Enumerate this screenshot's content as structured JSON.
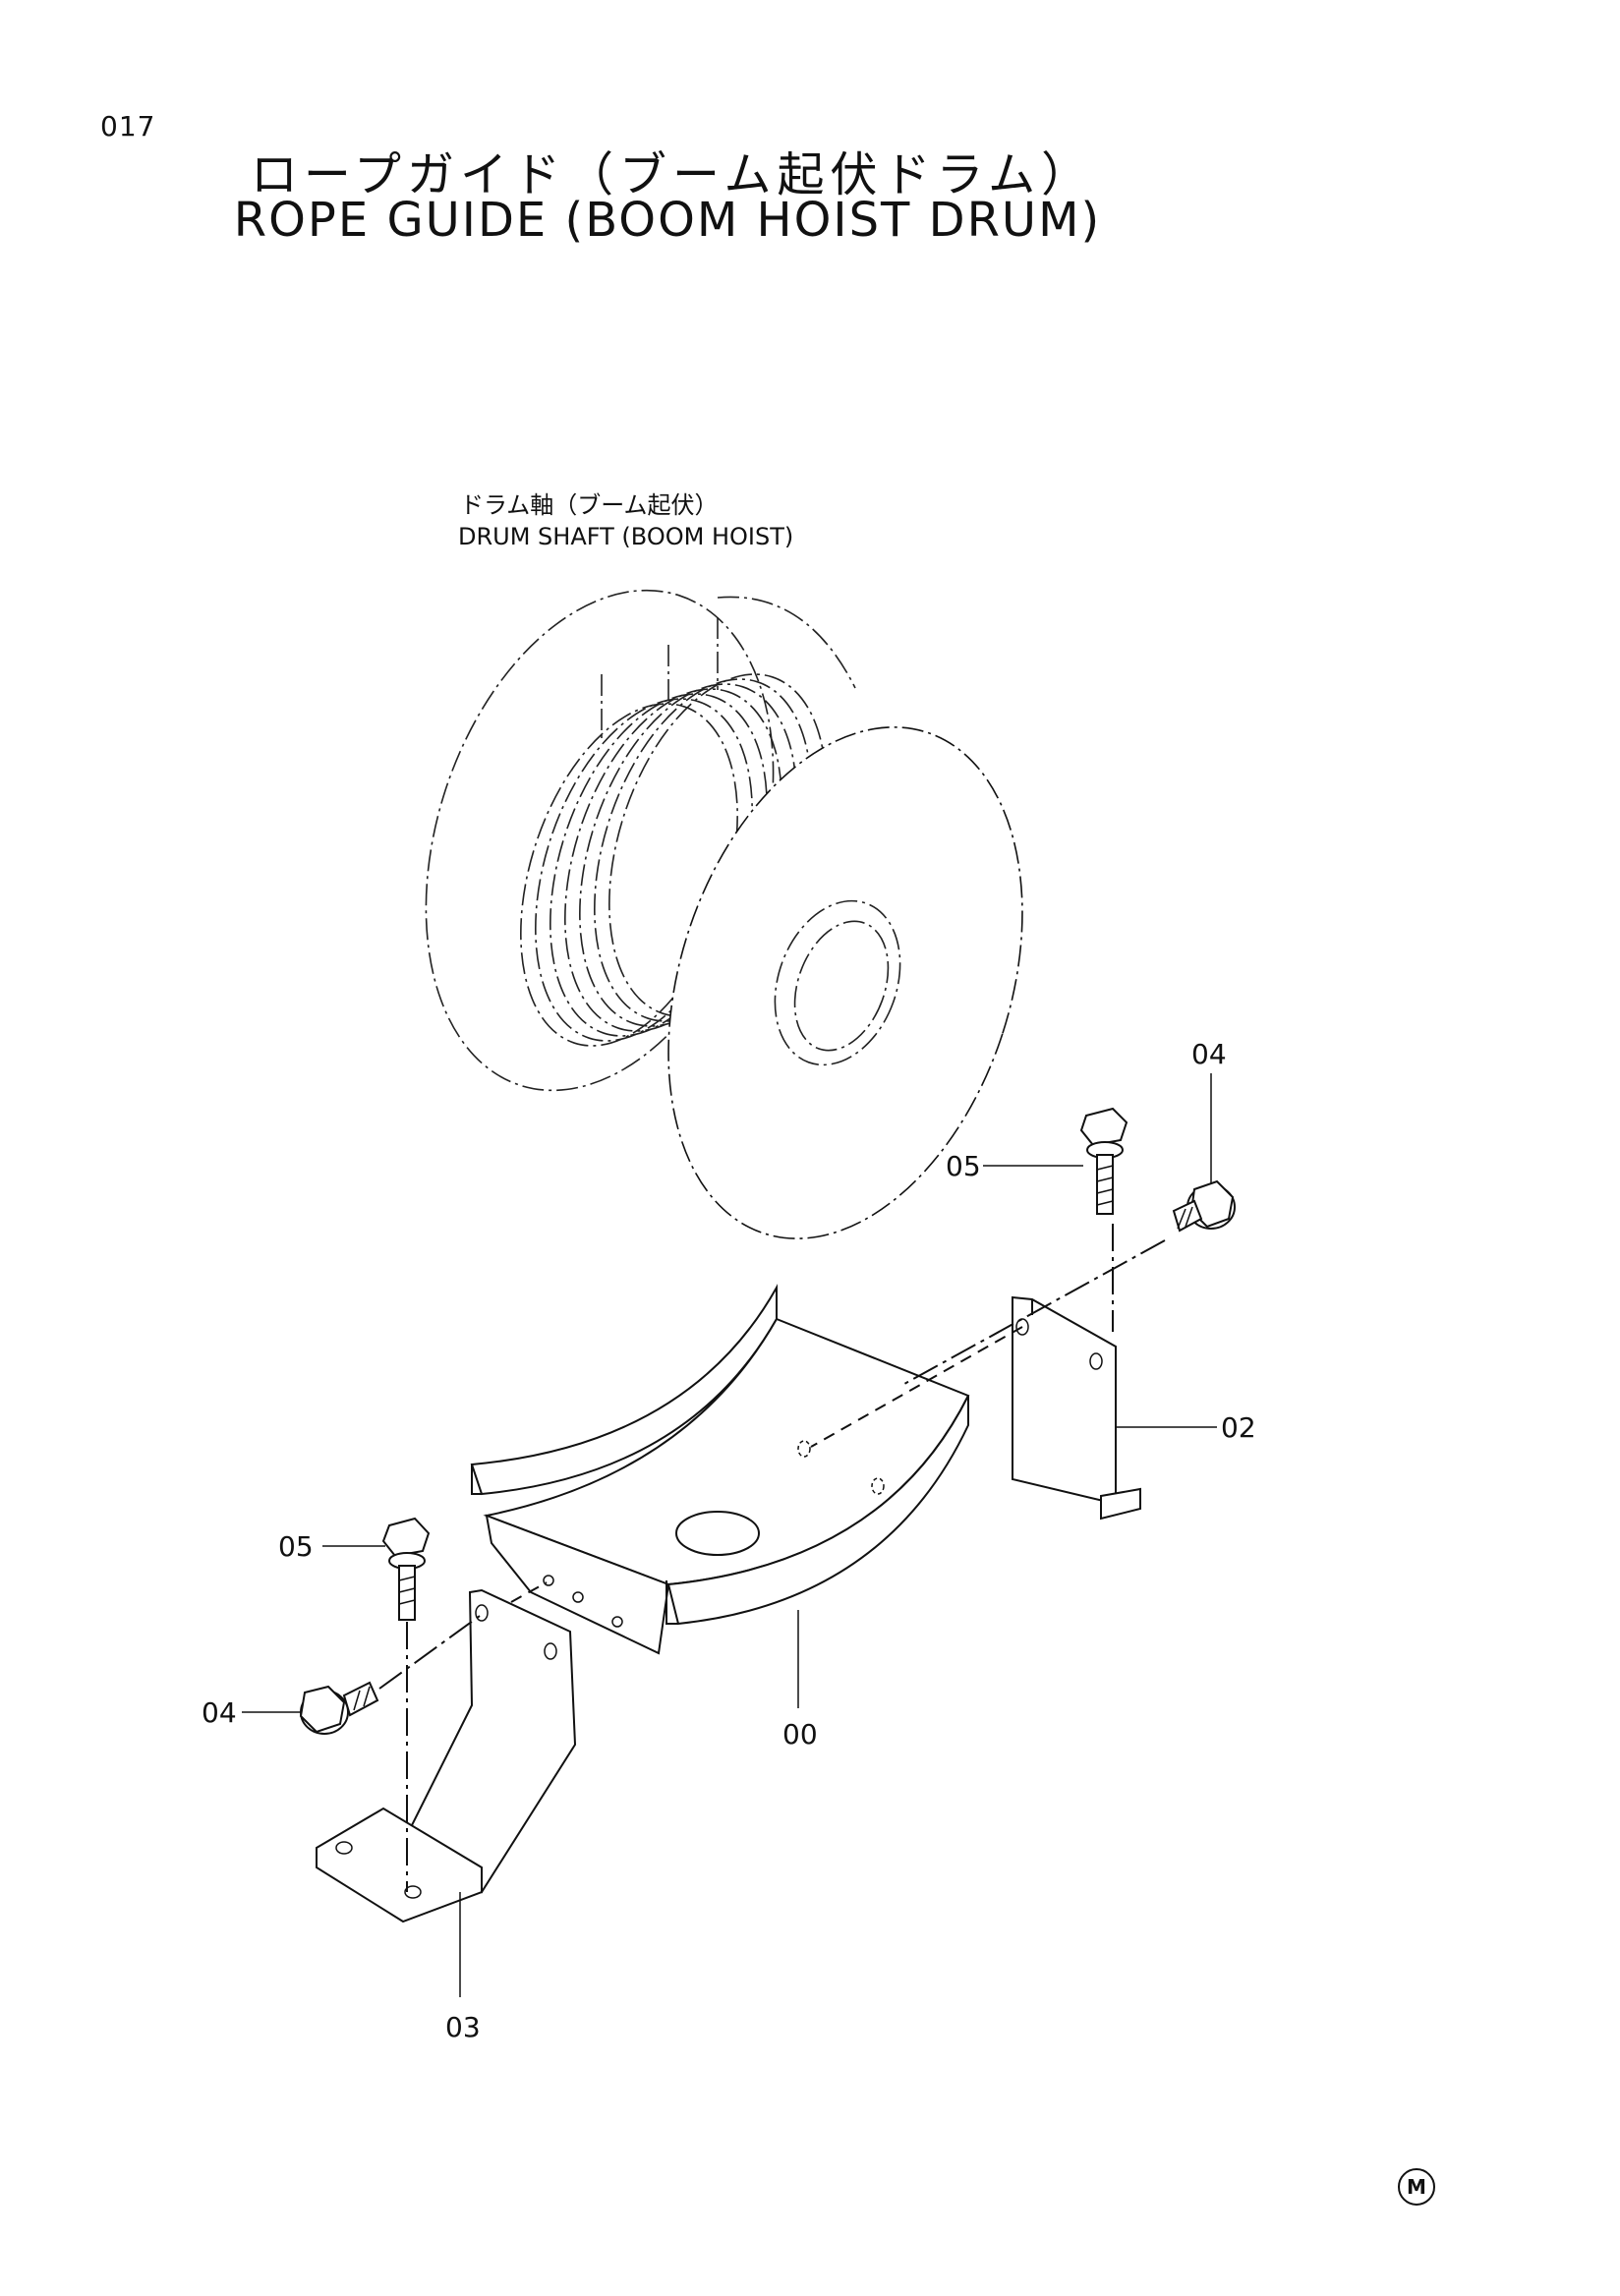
{
  "page_number": "017",
  "title_ja": "ロープガイド（ブーム起伏ドラム）",
  "title_en": "ROPE GUIDE (BOOM HOIST DRUM)",
  "reference_part": {
    "label_ja": "ドラム軸（ブーム起伏）",
    "label_en": "DRUM SHAFT (BOOM HOIST)"
  },
  "callouts": {
    "part_00": "00",
    "part_02": "02",
    "part_03": "03",
    "part_04_right": "04",
    "part_04_left": "04",
    "part_05_right": "05",
    "part_05_left": "05"
  },
  "corner_mark": "M"
}
